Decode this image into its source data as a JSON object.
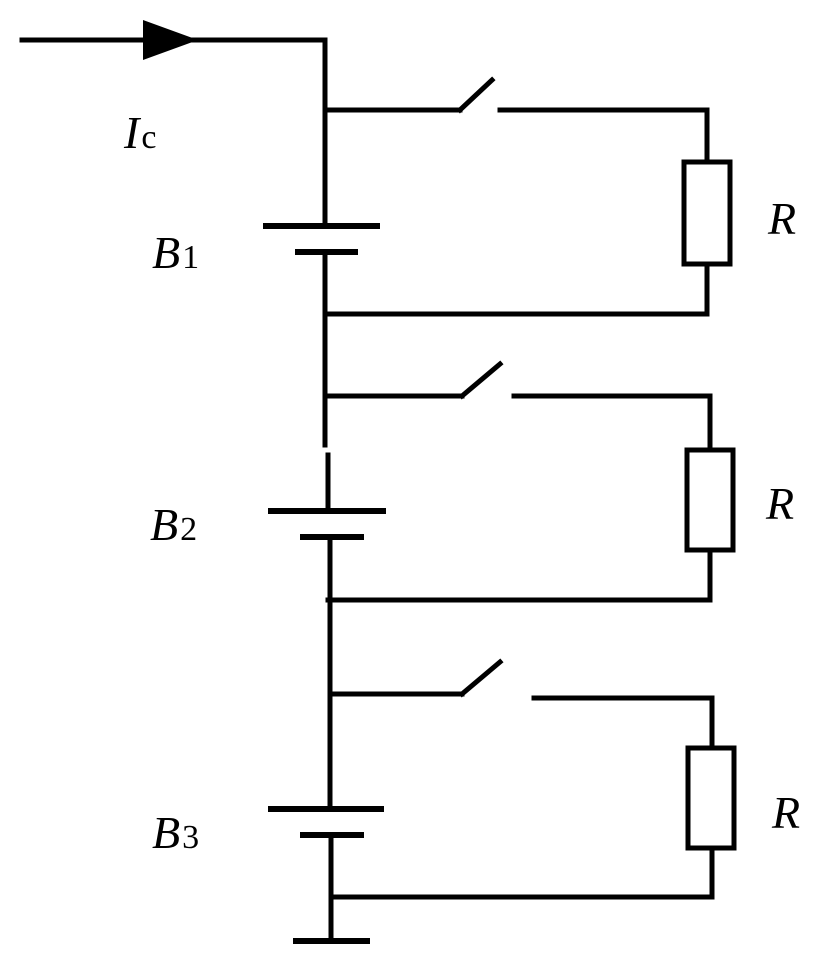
{
  "current": {
    "symbol": "I",
    "subscript": "c"
  },
  "batteries": [
    {
      "symbol": "B",
      "subscript": "1"
    },
    {
      "symbol": "B",
      "subscript": "2"
    },
    {
      "symbol": "B",
      "subscript": "3"
    }
  ],
  "resistors": [
    {
      "label": "R"
    },
    {
      "label": "R"
    },
    {
      "label": "R"
    }
  ]
}
